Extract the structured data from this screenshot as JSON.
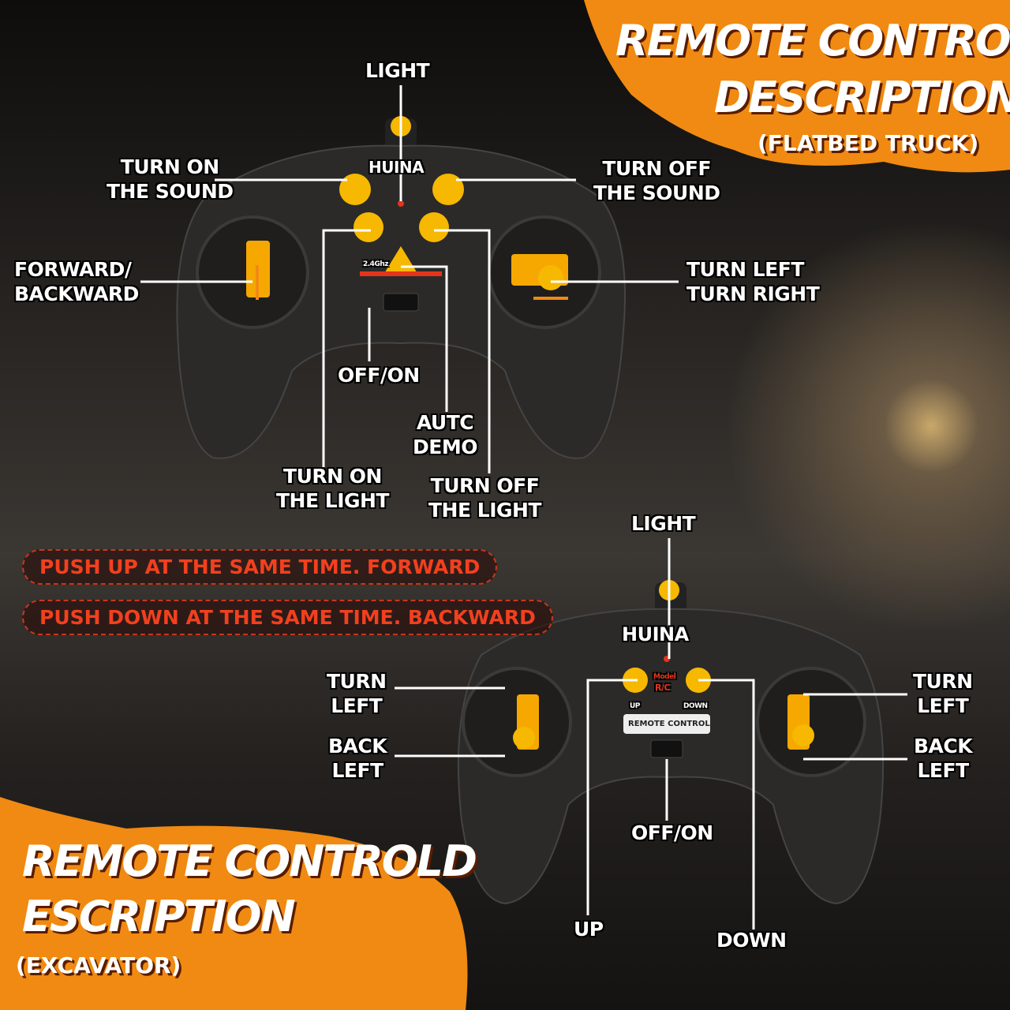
{
  "top": {
    "title1": "REMOTE CONTROL",
    "title2": "DESCRIPTION",
    "subtitle": "(FLATBED TRUCK)",
    "brand": "HUINA",
    "freq": "2.4Ghz",
    "labels": {
      "light": "LIGHT",
      "sound_on": "TURN ON\nTHE SOUND",
      "sound_off": "TURN OFF\nTHE SOUND",
      "fwd": "FORWARD/\nBACKWARD",
      "turn": "TURN LEFT\nTURN RIGHT",
      "offon": "OFF/ON",
      "demo": "AUTC\nDEMO",
      "light_on": "TURN ON\nTHE LIGHT",
      "light_off": "TURN OFF\nTHE LIGHT"
    }
  },
  "notes": [
    "PUSH UP AT THE SAME TIME. FORWARD",
    "PUSH DOWN AT THE SAME TIME. BACKWARD"
  ],
  "bottom": {
    "title1": "REMOTE CONTROLD",
    "title2": "ESCRIPTION",
    "subtitle": "(EXCAVATOR)",
    "brand": "HUINA",
    "model": "Model",
    "rc": "R/C",
    "up_small": "UP",
    "down_small": "DOWN",
    "remote": "REMOTE CONTROL",
    "labels": {
      "light": "LIGHT",
      "turn_left_l": "TURN\nLEFT",
      "back_left_l": "BACK\nLEFT",
      "turn_left_r": "TURN\nLEFT",
      "back_left_r": "BACK\nLEFT",
      "offon": "OFF/ON",
      "up": "UP",
      "down": "DOWN"
    }
  },
  "colors": {
    "orange": "#f08a12",
    "yellow": "#f6b800",
    "red": "#e5341b"
  }
}
